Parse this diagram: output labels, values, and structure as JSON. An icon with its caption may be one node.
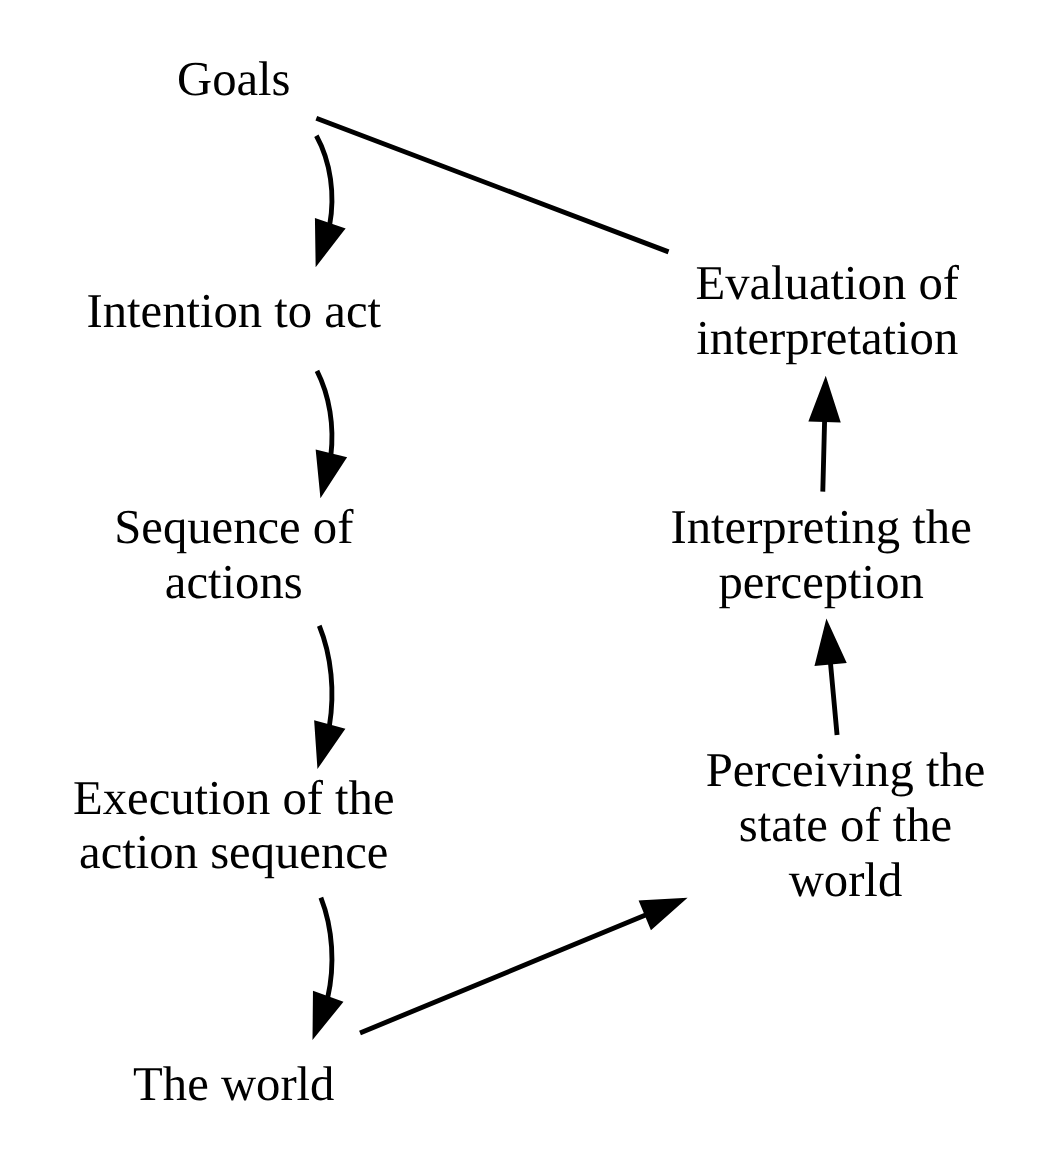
{
  "diagram": {
    "nodes": [
      {
        "text": [
          "Goals"
        ]
      },
      {
        "text": [
          "Intention to act"
        ]
      },
      {
        "text": [
          "Evaluation of interpretation"
        ]
      },
      {
        "text": [
          "Sequence of actions"
        ]
      },
      {
        "text": [
          "Interpreting the perception"
        ]
      },
      {
        "text": [
          "Execution of the action sequence"
        ]
      },
      {
        "text": [
          "Perceiving the state of the world"
        ]
      },
      {
        "text": [
          "The world"
        ]
      }
    ],
    "edges": [
      {
        "from": 0,
        "to": 1,
        "arrow": "to"
      },
      {
        "from": 2,
        "to": 0,
        "arrow": "none"
      },
      {
        "from": 1,
        "to": 3,
        "arrow": "to"
      },
      {
        "from": 3,
        "to": 5,
        "arrow": "to"
      },
      {
        "from": 5,
        "to": 7,
        "arrow": "to"
      },
      {
        "from": 7,
        "to": 6,
        "arrow": "to"
      },
      {
        "from": 6,
        "to": 4,
        "arrow": "to"
      },
      {
        "from": 4,
        "to": 2,
        "arrow": "to"
      }
    ]
  }
}
